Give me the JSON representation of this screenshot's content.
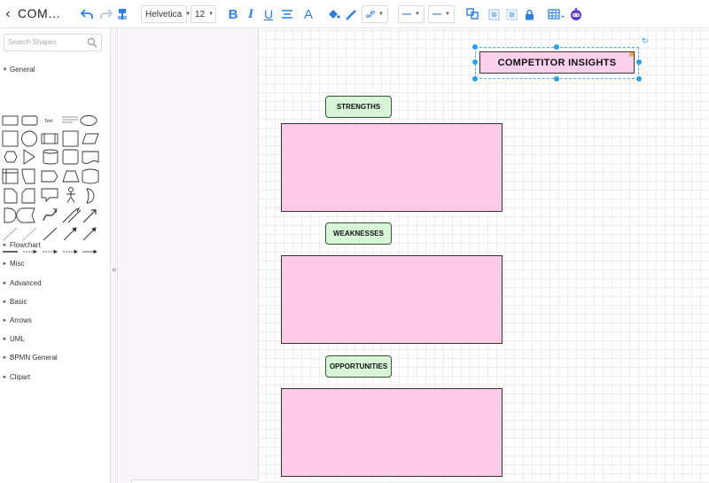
{
  "toolbar": {
    "title": "COM…",
    "font_family": "Helvetica",
    "font_size": "12",
    "bold": "B",
    "italic": "I",
    "underline": "U",
    "font_color": "A"
  },
  "sidebar": {
    "search_placeholder": "Search Shapes",
    "sections": [
      "General",
      "Flowchart",
      "Misc",
      "Advanced",
      "Basic",
      "Arrows",
      "UML",
      "BPMN General",
      "Clipart"
    ]
  },
  "canvas": {
    "title": "COMPETITOR INSIGHTS",
    "labels": [
      "STRENGTHS",
      "WEAKNESSES",
      "OPPORTUNITIES"
    ]
  },
  "colors": {
    "accent": "#2f7de1",
    "pink": "#fdcbe7",
    "green": "#d8f5d7"
  }
}
